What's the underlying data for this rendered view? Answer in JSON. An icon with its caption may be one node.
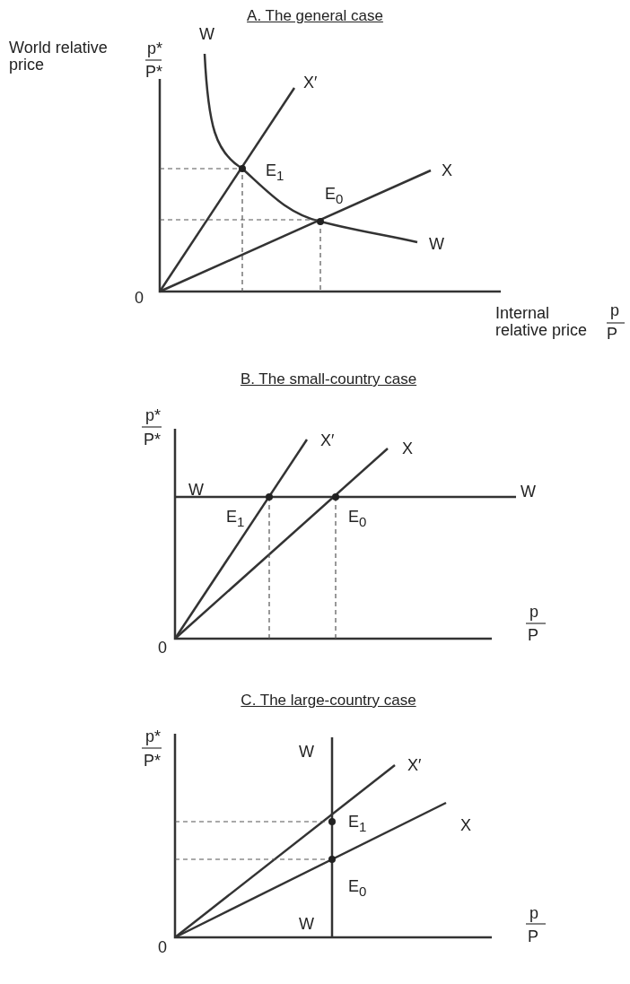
{
  "diagram": {
    "labels": [
      "A. The general case",
      "W",
      "World relative price",
      "p*",
      "P*",
      "X′",
      "E$_{1}$",
      "X",
      "E$_{0}$",
      "W",
      "0",
      "Internal relative price",
      "p",
      "P",
      "B. The small-country case",
      "p*",
      "P*",
      "X′",
      "X",
      "W",
      "W",
      "E$_{1}$",
      "E$_{0}$",
      "0",
      "p",
      "P",
      "C. The large-country case",
      "p*",
      "P*",
      "W",
      "X′",
      "E$_{1}$",
      "X",
      "E$_{0}$",
      "W",
      "0",
      "p",
      "P"
    ]
  }
}
